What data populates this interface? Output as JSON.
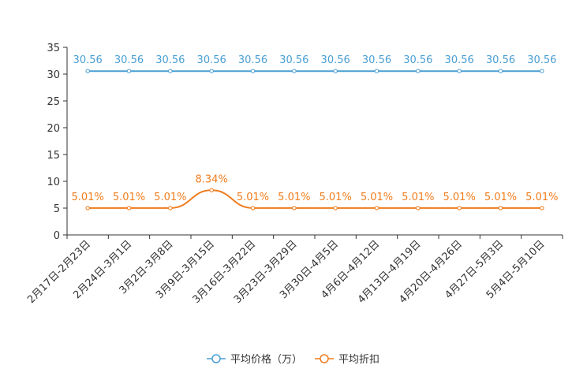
{
  "chart_data": {
    "type": "line",
    "categories": [
      "2月17日-2月23日",
      "2月24日-3月1日",
      "3月2日-3月8日",
      "3月9日-3月15日",
      "3月16日-3月22日",
      "3月23日-3月29日",
      "3月30日-4月5日",
      "4月6日-4月12日",
      "4月13日-4月19日",
      "4月20日-4月26日",
      "4月27日-5月3日",
      "5月4日-5月10日"
    ],
    "series": [
      {
        "name": "平均价格（万）",
        "color": "#4a9fd4",
        "values": [
          30.56,
          30.56,
          30.56,
          30.56,
          30.56,
          30.56,
          30.56,
          30.56,
          30.56,
          30.56,
          30.56,
          30.56
        ],
        "labels": [
          "30.56",
          "30.56",
          "30.56",
          "30.56",
          "30.56",
          "30.56",
          "30.56",
          "30.56",
          "30.56",
          "30.56",
          "30.56",
          "30.56"
        ],
        "smooth": false
      },
      {
        "name": "平均折扣",
        "color": "#f07c1c",
        "values": [
          5.01,
          5.01,
          5.01,
          8.34,
          5.01,
          5.01,
          5.01,
          5.01,
          5.01,
          5.01,
          5.01,
          5.01
        ],
        "labels": [
          "5.01%",
          "5.01%",
          "5.01%",
          "8.34%",
          "5.01%",
          "5.01%",
          "5.01%",
          "5.01%",
          "5.01%",
          "5.01%",
          "5.01%",
          "5.01%"
        ],
        "smooth": true
      }
    ],
    "ylim": [
      0,
      35
    ],
    "yticks": [
      0,
      5,
      10,
      15,
      20,
      25,
      30,
      35
    ],
    "grid": false,
    "legend_position": "bottom-center"
  }
}
